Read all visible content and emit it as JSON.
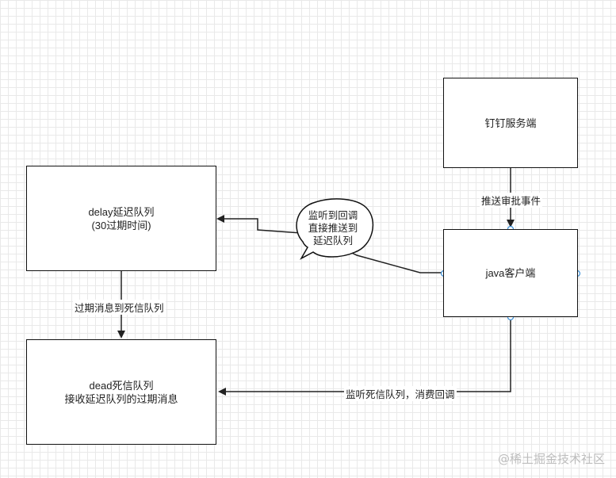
{
  "nodes": {
    "dingtalk_server": "钉钉服务端",
    "java_client": "java客户端",
    "delay_queue": "delay延迟队列\n(30过期时间)",
    "dead_queue": "dead死信队列\n接收延迟队列的过期消息"
  },
  "edges": {
    "push_events": "推送审批事件",
    "expire_to_dead": "过期消息到死信队列",
    "listen_dead": "监听死信队列，消费回调"
  },
  "callout": "监听到回调\n直接推送到\n延迟队列",
  "watermark": "@稀土掘金技术社区"
}
